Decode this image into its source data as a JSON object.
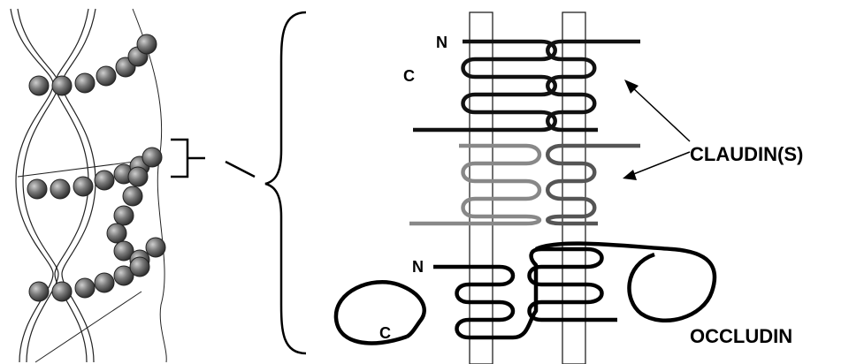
{
  "labels": {
    "n_top": "N",
    "c_top": "C",
    "claudins": "CLAUDIN(S)",
    "n_bottom": "N",
    "c_bottom": "C",
    "occludin": "OCCLUDIN"
  },
  "colors": {
    "claudin_upper": "#111111",
    "claudin_lower_left": "#888888",
    "claudin_lower_right": "#555555",
    "occludin": "#000000",
    "bead_fill": "#6f6f6f",
    "bead_stroke": "#222222"
  }
}
